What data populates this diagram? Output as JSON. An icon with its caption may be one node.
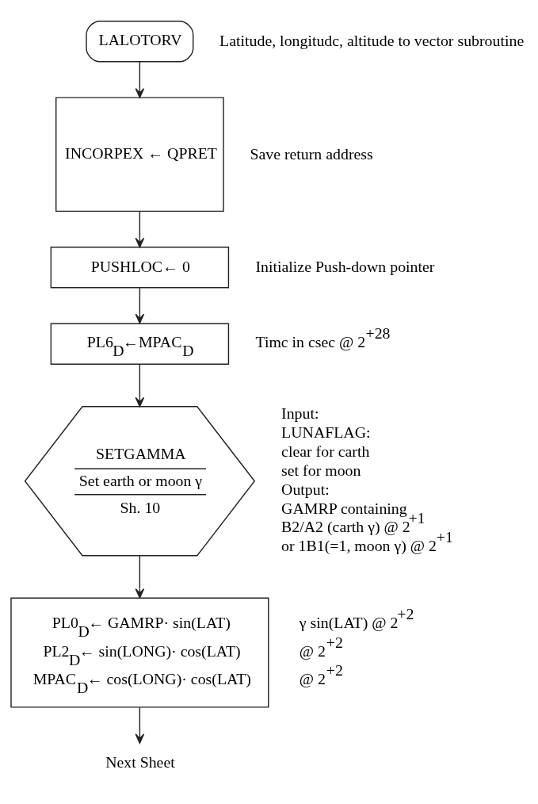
{
  "diagram": {
    "nodes": [
      {
        "text": [
          "LALOTORV"
        ],
        "beside": [
          "Latitude, longitudc, altitude to vector subroutine"
        ]
      },
      {
        "text": [
          "INCORPEX ← QPRET"
        ],
        "beside": [
          "Save return address"
        ]
      },
      {
        "text": [
          "PUSHLOC← 0"
        ],
        "beside": [
          "Initialize Push-down pointer"
        ]
      },
      {
        "text": [
          "PL6$_{D}$←MPAC$_{D}$"
        ],
        "beside": [
          "Timc in csec @ 2$^{+28}$"
        ]
      },
      {
        "text": [
          "SETGAMMA",
          "Set earth or moon γ",
          "Sh. 10"
        ],
        "beside": [
          "Input:",
          "LUNAFLAG:",
          "clear for carth",
          "set for moon",
          "Output:",
          "GAMRP containing",
          "B2/A2 (carth γ) @ 2$^{+1}$",
          "or 1B1(=1, moon γ) @ 2$^{+1}$"
        ]
      },
      {
        "text": [
          "PL0$_{D}$← GAMRP· sin(LAT)",
          "PL2$_{D}$← sin(LONG)· cos(LAT)",
          "MPAC$_{D}$← cos(LONG)· cos(LAT)"
        ],
        "beside": [
          "γ sin(LAT) @ 2$^{+2}$",
          "@ 2$^{+2}$",
          "@ 2$^{+2}$"
        ]
      },
      {
        "text": [
          "Next Sheet"
        ]
      }
    ],
    "edges": [
      {
        "from": 0,
        "to": 1,
        "arrow": "to"
      },
      {
        "from": 1,
        "to": 2,
        "arrow": "to"
      },
      {
        "from": 2,
        "to": 3,
        "arrow": "to"
      },
      {
        "from": 3,
        "to": 4,
        "arrow": "to"
      },
      {
        "from": 4,
        "to": 5,
        "arrow": "to"
      },
      {
        "from": 5,
        "to": 6,
        "arrow": "to"
      }
    ]
  }
}
